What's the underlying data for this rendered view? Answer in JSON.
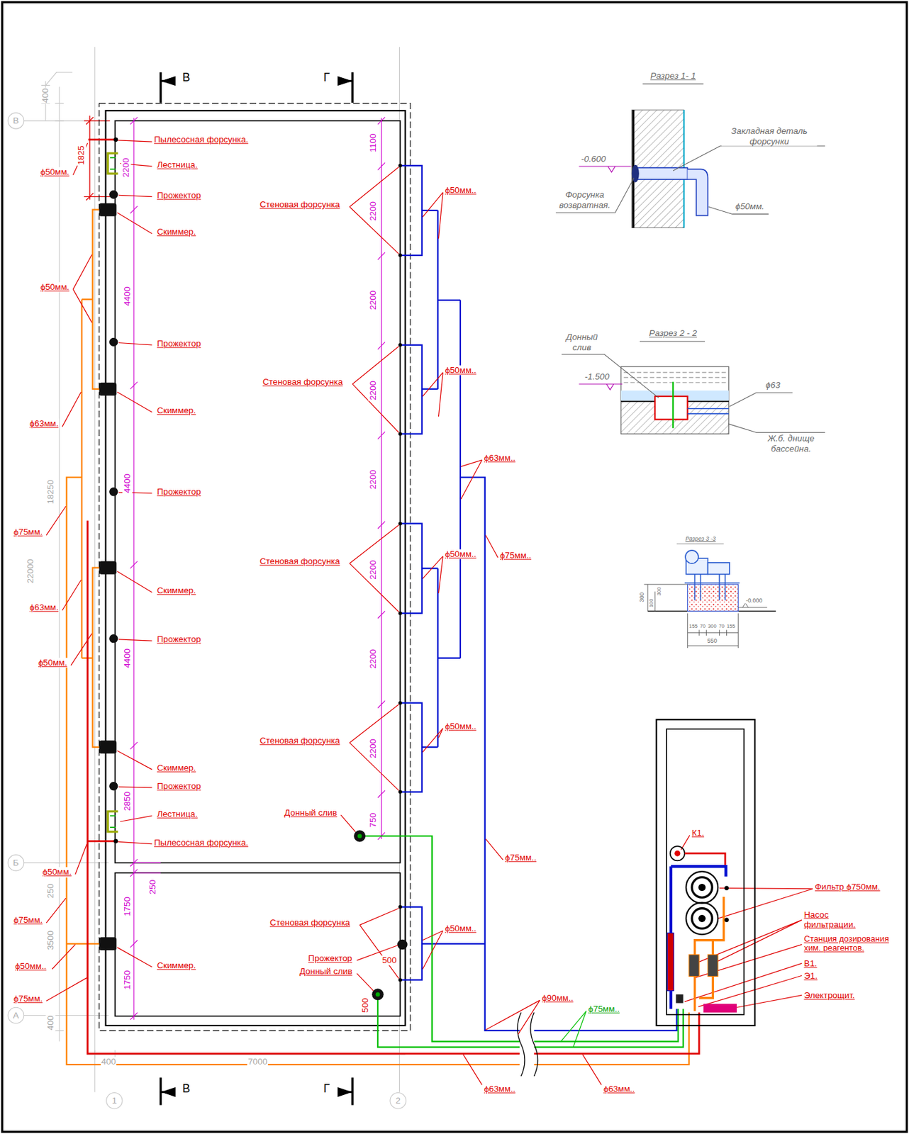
{
  "diagram": {
    "labels": [
      "В",
      "Б",
      "А",
      "1",
      "2",
      "400",
      "1825",
      "18250",
      "22000",
      "250",
      "3500",
      "400",
      "400",
      "7000",
      "В",
      "Г",
      "В",
      "Г",
      "2200",
      "4400",
      "4400",
      "4400",
      "2850",
      "250",
      "1750",
      "1750",
      "1100",
      "2200",
      "2200",
      "2200",
      "2200",
      "2200",
      "2200",
      "2200",
      "750",
      "500",
      "500",
      "Пылесосная форсунка.",
      "Лестница.",
      "Прожектор",
      "Скиммер.",
      "Прожектор",
      "Скиммер.",
      "Прожектор",
      "Скиммер.",
      "Прожектор",
      "Скиммер.",
      "Прожектор",
      "Лестница.",
      "Пылесосная форсунка.",
      "Скиммер.",
      "ϕ50мм.",
      "ϕ50мм.",
      "ϕ63мм.",
      "ϕ75мм.",
      "ϕ63мм.",
      "ϕ50мм.",
      "ϕ50мм.",
      "ϕ75мм.",
      "ϕ50мм..",
      "ϕ75мм.",
      "Стеновая форсунка",
      "ϕ50мм..",
      "Стеновая форсунка",
      "ϕ50мм..",
      "ϕ63мм..",
      "ϕ75мм..",
      "Стеновая форсунка",
      "ϕ50мм..",
      "Стеновая форсунка",
      "ϕ50мм..",
      "Донный слив",
      "ϕ75мм..",
      "Стеновая форсунка",
      "ϕ50мм..",
      "Прожектор",
      "Донный слив",
      "ϕ90мм..",
      "ϕ75мм..",
      "ϕ63мм..",
      "ϕ63мм..",
      "К1.",
      "Фильтр ϕ750мм.",
      "Насос фильтрации.",
      "Станция дозирования хим. реагентов.",
      "В1.",
      "Э1.",
      "Электрощит.",
      "Разрез 1- 1",
      "Закладная деталь форсунки",
      "-0.600",
      "Форсунка возвратная.",
      "ϕ50мм.",
      "Разрез 2 - 2",
      "Донный слив",
      "-1.500",
      "ϕ63",
      "Ж.б. днище бассейна.",
      "Разрез 3 -3",
      "300",
      "100",
      "300",
      "-0.000",
      "155",
      "70",
      "300",
      "70",
      "155",
      "550"
    ]
  }
}
